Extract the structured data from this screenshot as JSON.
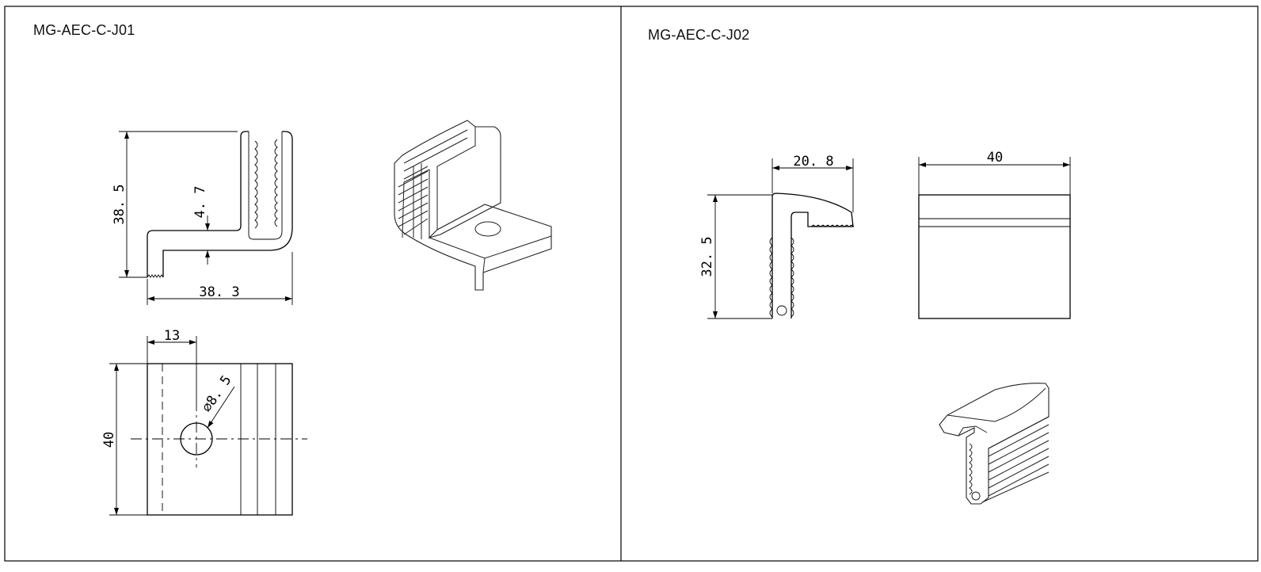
{
  "panels": [
    {
      "title": "MG-AEC-C-J01",
      "dims": {
        "height": "38. 5",
        "width": "38. 3",
        "tooth": "4. 7",
        "offset": "13",
        "hole": "⌀8. 5",
        "depth": "40"
      }
    },
    {
      "title": "MG-AEC-C-J02",
      "dims": {
        "height": "32. 5",
        "width": "20. 8",
        "length": "40"
      }
    }
  ]
}
